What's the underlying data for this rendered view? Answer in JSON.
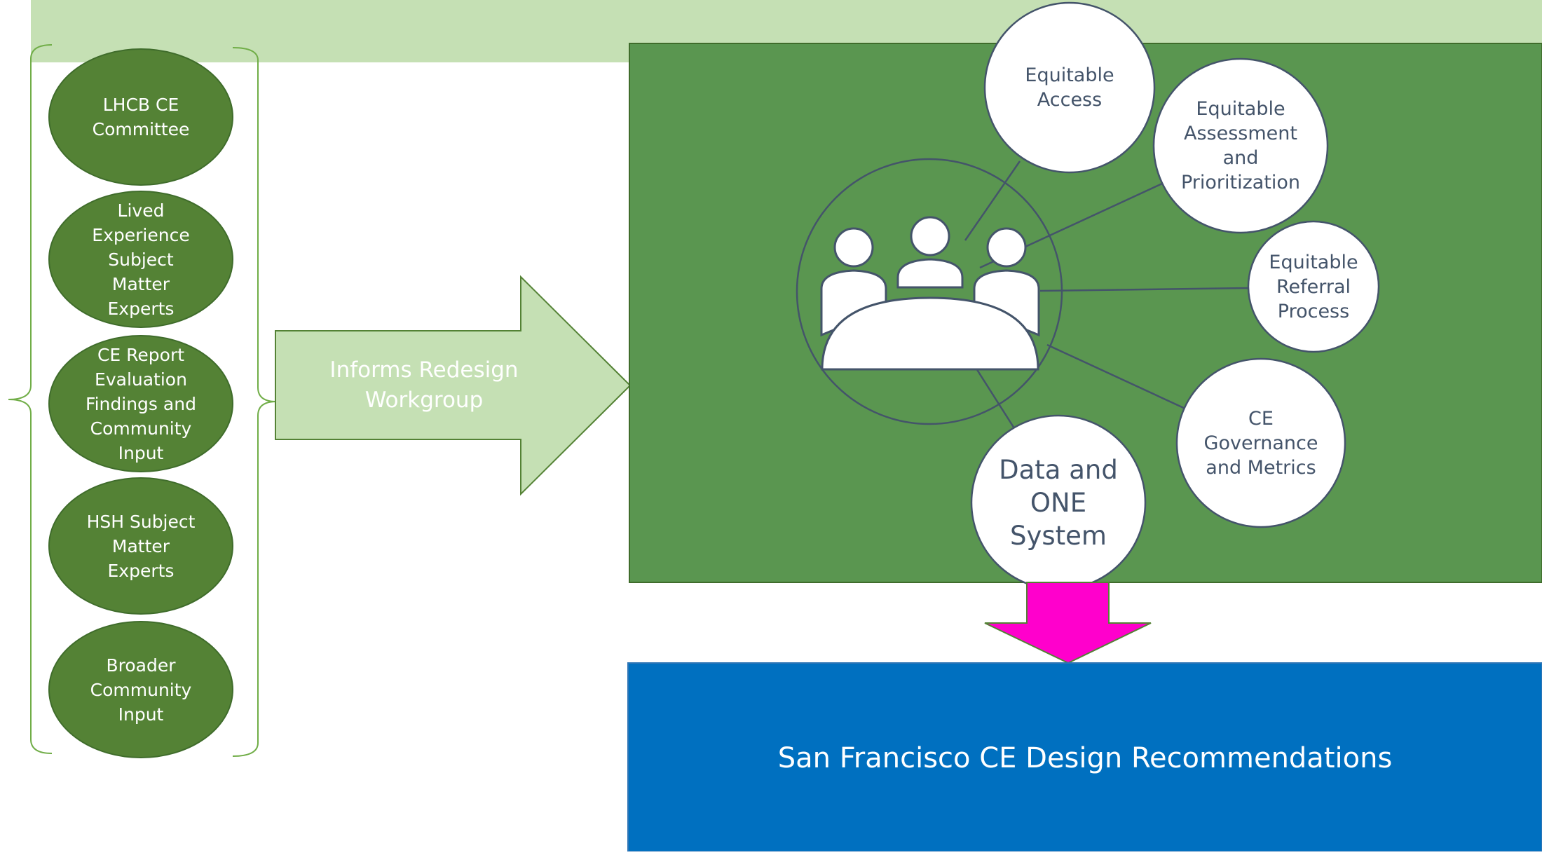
{
  "colors": {
    "top_band": "#c5e0b4",
    "oval_fill": "#548235",
    "arrow_fill": "#c5e0b4",
    "panel_fill": "#5a9650",
    "circle_fill": "#ffffff",
    "circle_stroke": "#44546a",
    "down_arrow": "#ff00cc",
    "result_fill": "#0070c0"
  },
  "inputs": [
    {
      "label": "LHCB CE\nCommittee"
    },
    {
      "label": "Lived\nExperience\nSubject\nMatter\nExperts"
    },
    {
      "label": "CE Report\nEvaluation\nFindings and\nCommunity\nInput"
    },
    {
      "label": "HSH Subject\nMatter\nExperts"
    },
    {
      "label": "Broader\nCommunity\nInput"
    }
  ],
  "arrow_label": "Informs Redesign\nWorkgroup",
  "workgroup": {
    "icon": "people-around-table-icon",
    "topics": [
      {
        "label": "Equitable\nAccess"
      },
      {
        "label": "Equitable\nAssessment\nand\nPrioritization"
      },
      {
        "label": "Equitable\nReferral\nProcess"
      },
      {
        "label": "CE\nGovernance\nand Metrics"
      },
      {
        "label": "Data and\nONE\nSystem"
      }
    ]
  },
  "result_label": "San Francisco CE Design Recommendations"
}
